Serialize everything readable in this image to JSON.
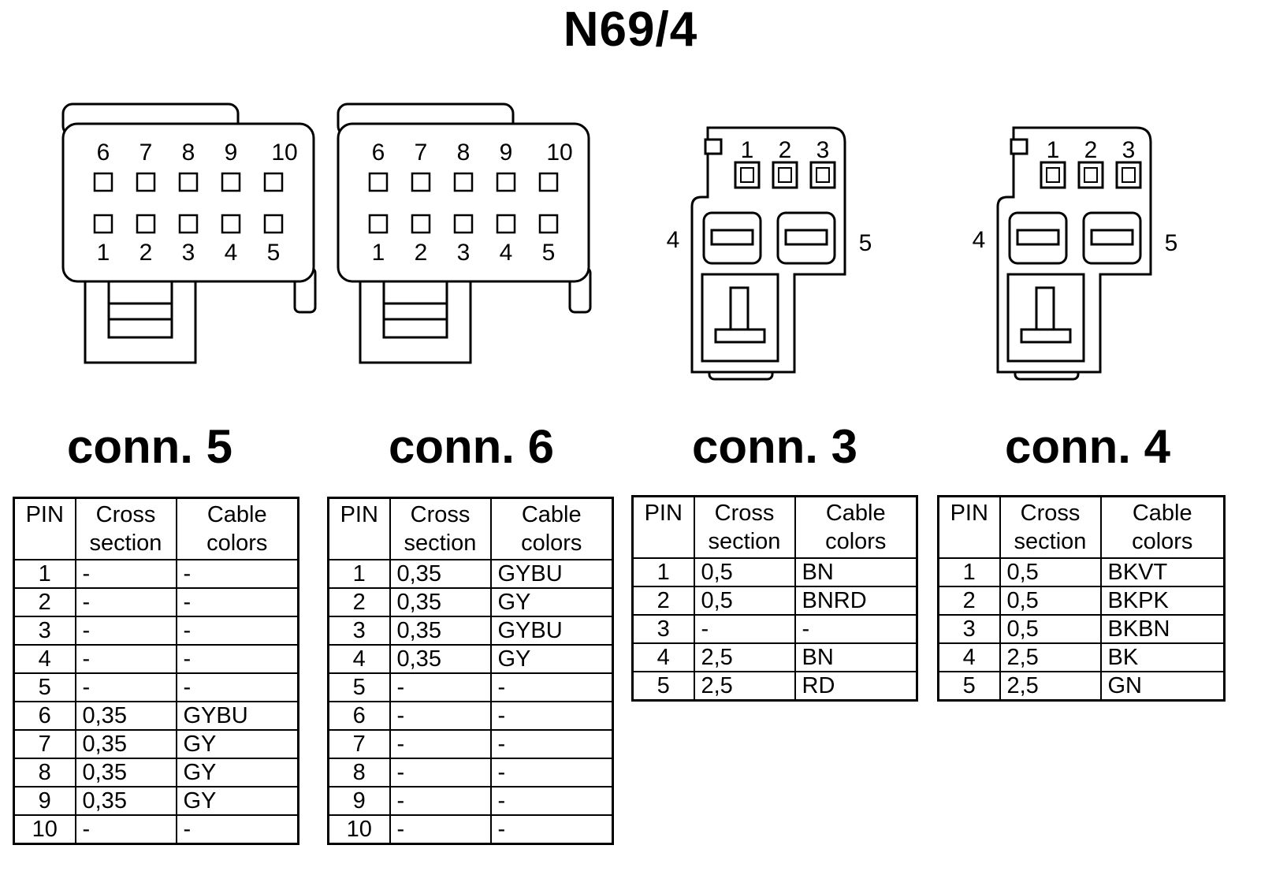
{
  "title": "N69/4",
  "headers": {
    "pin": "PIN",
    "cross": "Cross section",
    "colors": "Cable colors"
  },
  "connectors": [
    {
      "label": "conn. 5",
      "pin_labels_top": [
        "6",
        "7",
        "8",
        "9",
        "10"
      ],
      "pin_labels_bottom": [
        "1",
        "2",
        "3",
        "4",
        "5"
      ],
      "rows": [
        {
          "pin": "1",
          "cross": "-",
          "color": "-"
        },
        {
          "pin": "2",
          "cross": "-",
          "color": "-"
        },
        {
          "pin": "3",
          "cross": "-",
          "color": "-"
        },
        {
          "pin": "4",
          "cross": "-",
          "color": "-"
        },
        {
          "pin": "5",
          "cross": "-",
          "color": "-"
        },
        {
          "pin": "6",
          "cross": "0,35",
          "color": "GYBU"
        },
        {
          "pin": "7",
          "cross": "0,35",
          "color": "GY"
        },
        {
          "pin": "8",
          "cross": "0,35",
          "color": "GY"
        },
        {
          "pin": "9",
          "cross": "0,35",
          "color": "GY"
        },
        {
          "pin": "10",
          "cross": "-",
          "color": "-"
        }
      ]
    },
    {
      "label": "conn. 6",
      "pin_labels_top": [
        "6",
        "7",
        "8",
        "9",
        "10"
      ],
      "pin_labels_bottom": [
        "1",
        "2",
        "3",
        "4",
        "5"
      ],
      "rows": [
        {
          "pin": "1",
          "cross": "0,35",
          "color": "GYBU"
        },
        {
          "pin": "2",
          "cross": "0,35",
          "color": "GY"
        },
        {
          "pin": "3",
          "cross": "0,35",
          "color": "GYBU"
        },
        {
          "pin": "4",
          "cross": "0,35",
          "color": "GY"
        },
        {
          "pin": "5",
          "cross": "-",
          "color": "-"
        },
        {
          "pin": "6",
          "cross": "-",
          "color": "-"
        },
        {
          "pin": "7",
          "cross": "-",
          "color": "-"
        },
        {
          "pin": "8",
          "cross": "-",
          "color": "-"
        },
        {
          "pin": "9",
          "cross": "-",
          "color": "-"
        },
        {
          "pin": "10",
          "cross": "-",
          "color": "-"
        }
      ]
    },
    {
      "label": "conn. 3",
      "pin_labels_top": [
        "1",
        "2",
        "3"
      ],
      "pin_label_left": "4",
      "pin_label_right": "5",
      "rows": [
        {
          "pin": "1",
          "cross": "0,5",
          "color": "BN"
        },
        {
          "pin": "2",
          "cross": "0,5",
          "color": "BNRD"
        },
        {
          "pin": "3",
          "cross": "-",
          "color": "-"
        },
        {
          "pin": "4",
          "cross": "2,5",
          "color": "BN"
        },
        {
          "pin": "5",
          "cross": "2,5",
          "color": "RD"
        }
      ]
    },
    {
      "label": "conn. 4",
      "pin_labels_top": [
        "1",
        "2",
        "3"
      ],
      "pin_label_left": "4",
      "pin_label_right": "5",
      "rows": [
        {
          "pin": "1",
          "cross": "0,5",
          "color": "BKVT"
        },
        {
          "pin": "2",
          "cross": "0,5",
          "color": "BKPK"
        },
        {
          "pin": "3",
          "cross": "0,5",
          "color": "BKBN"
        },
        {
          "pin": "4",
          "cross": "2,5",
          "color": "BK"
        },
        {
          "pin": "5",
          "cross": "2,5",
          "color": "GN"
        }
      ]
    }
  ]
}
